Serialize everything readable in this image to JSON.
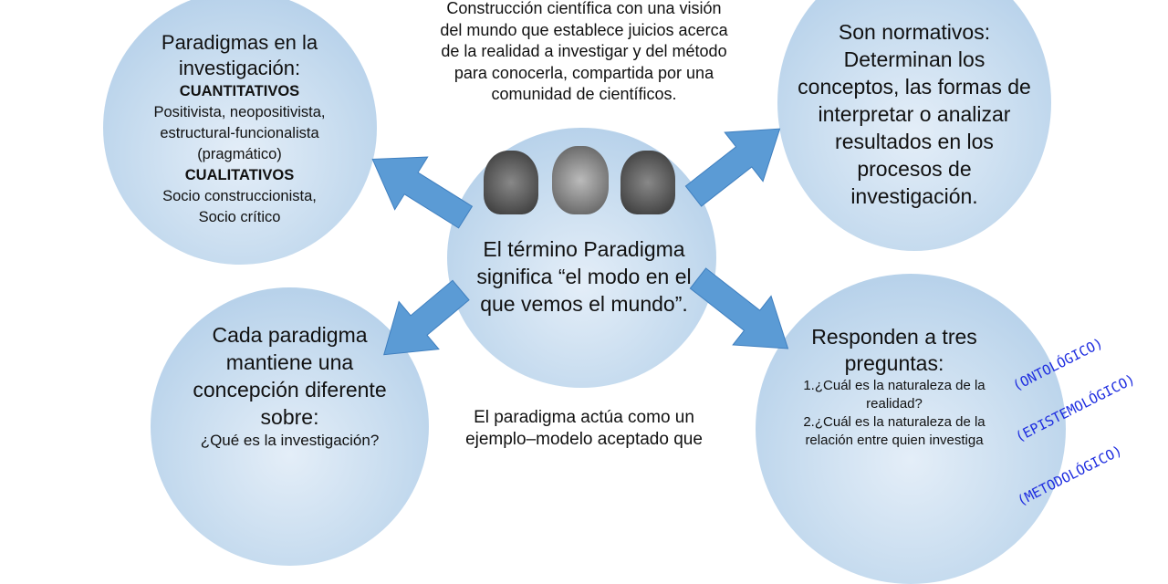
{
  "top_text": [
    "Construcción científica con una visión",
    "del mundo que establece juicios acerca",
    "de la realidad a investigar y del método",
    "para conocerla, compartida por una",
    "comunidad de científicos."
  ],
  "top_left": {
    "title": "Paradigmas en la investigación:",
    "quant_label": "CUANTITATIVOS",
    "quant_text": "Positivista, neopositivista, estructural-funcionalista (pragmático)",
    "qual_label": "CUALITATIVOS",
    "qual_text": "Socio construccionista, Socio crítico"
  },
  "top_right": {
    "text": "Son normativos: Determinan los conceptos, las formas de interpretar o analizar resultados en los procesos de investigación."
  },
  "center": {
    "text": "El término Paradigma significa “el modo en el que vemos el mundo”.",
    "image": "heads-with-gears-image"
  },
  "bottom_left": {
    "title": "Cada paradigma mantiene una concepción diferente sobre:",
    "q1": "¿Qué es la investigación?"
  },
  "bottom_center": {
    "text": "El paradigma actúa como un ejemplo–modelo aceptado que"
  },
  "bottom_right": {
    "title": "Responden a tres preguntas:",
    "q1": "1.¿Cuál es la naturaleza de la realidad?",
    "q2": "2.¿Cuál es la naturaleza de la relación entre quien investiga"
  },
  "tags": [
    "(ONTOLÓGICO)",
    "(EPISTEMOLÓGICO)",
    "(METODOLÓGICO)"
  ],
  "colors": {
    "arrow": "#5b9bd5",
    "tag": "#1f2ee0"
  }
}
